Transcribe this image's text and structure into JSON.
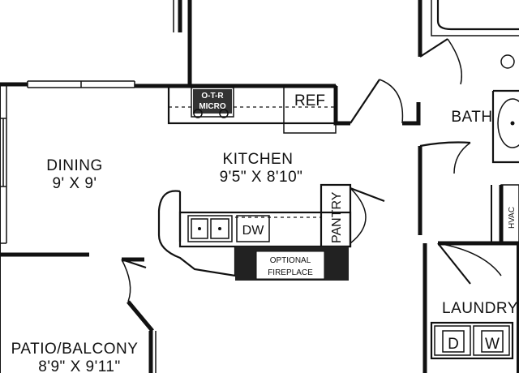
{
  "rooms": {
    "dining": {
      "name": "DINING",
      "dims": "9' X 9'"
    },
    "kitchen": {
      "name": "KITCHEN",
      "dims": "9'5\" X 8'10\""
    },
    "patio": {
      "name": "PATIO/BALCONY",
      "dims": "8'9\" X 9'11\""
    },
    "bath": {
      "name": "BATH"
    },
    "laundry": {
      "name": "LAUNDRY"
    },
    "pantry": {
      "name": "PANTRY"
    }
  },
  "fixtures": {
    "otr_micro_line1": "O-T-R",
    "otr_micro_line2": "MICRO",
    "ref": "REF",
    "dw": "DW",
    "hvac": "HVAC",
    "washer": "W",
    "dryer": "D",
    "fireplace_line1": "OPTIONAL",
    "fireplace_line2": "FIREPLACE"
  }
}
